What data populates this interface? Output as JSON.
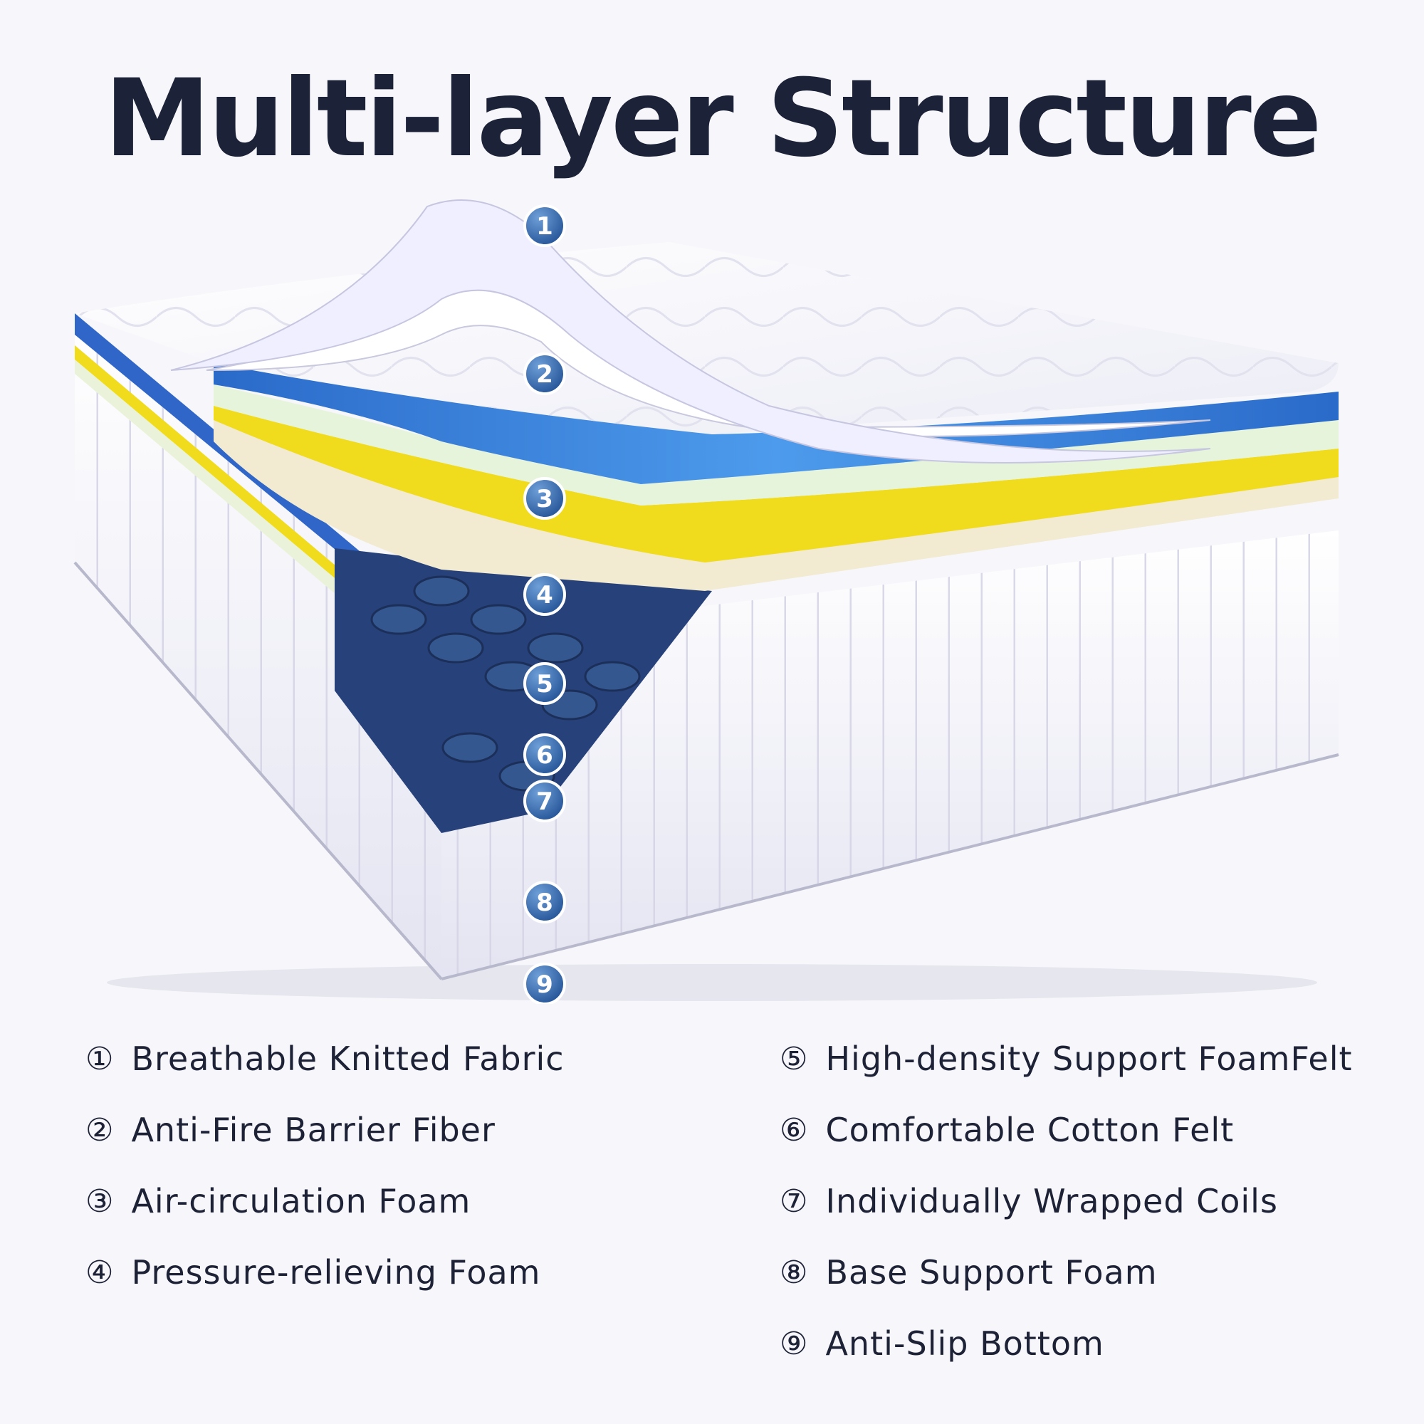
{
  "title": "Multi-layer Structure",
  "colors": {
    "title": "#1c2238",
    "marker": "#2f62a8",
    "blue_foam": "#3d8fe4",
    "yellow_foam": "#f0db1c",
    "felt": "#f2ead1",
    "green_foam": "#e7f4dc",
    "coils": "#27427a"
  },
  "markers": [
    "1",
    "2",
    "3",
    "4",
    "5",
    "6",
    "7",
    "8",
    "9"
  ],
  "layers": [
    {
      "num": "①",
      "label": "Breathable Knitted Fabric"
    },
    {
      "num": "②",
      "label": "Anti-Fire Barrier Fiber"
    },
    {
      "num": "③",
      "label": "Air-circulation Foam"
    },
    {
      "num": "④",
      "label": "Pressure-relieving Foam"
    },
    {
      "num": "⑤",
      "label": "High-density Support FoamFelt"
    },
    {
      "num": "⑥",
      "label": "Comfortable Cotton Felt"
    },
    {
      "num": "⑦",
      "label": "Individually Wrapped Coils"
    },
    {
      "num": "⑧",
      "label": "Base Support Foam"
    },
    {
      "num": "⑨",
      "label": "Anti-Slip Bottom"
    }
  ]
}
